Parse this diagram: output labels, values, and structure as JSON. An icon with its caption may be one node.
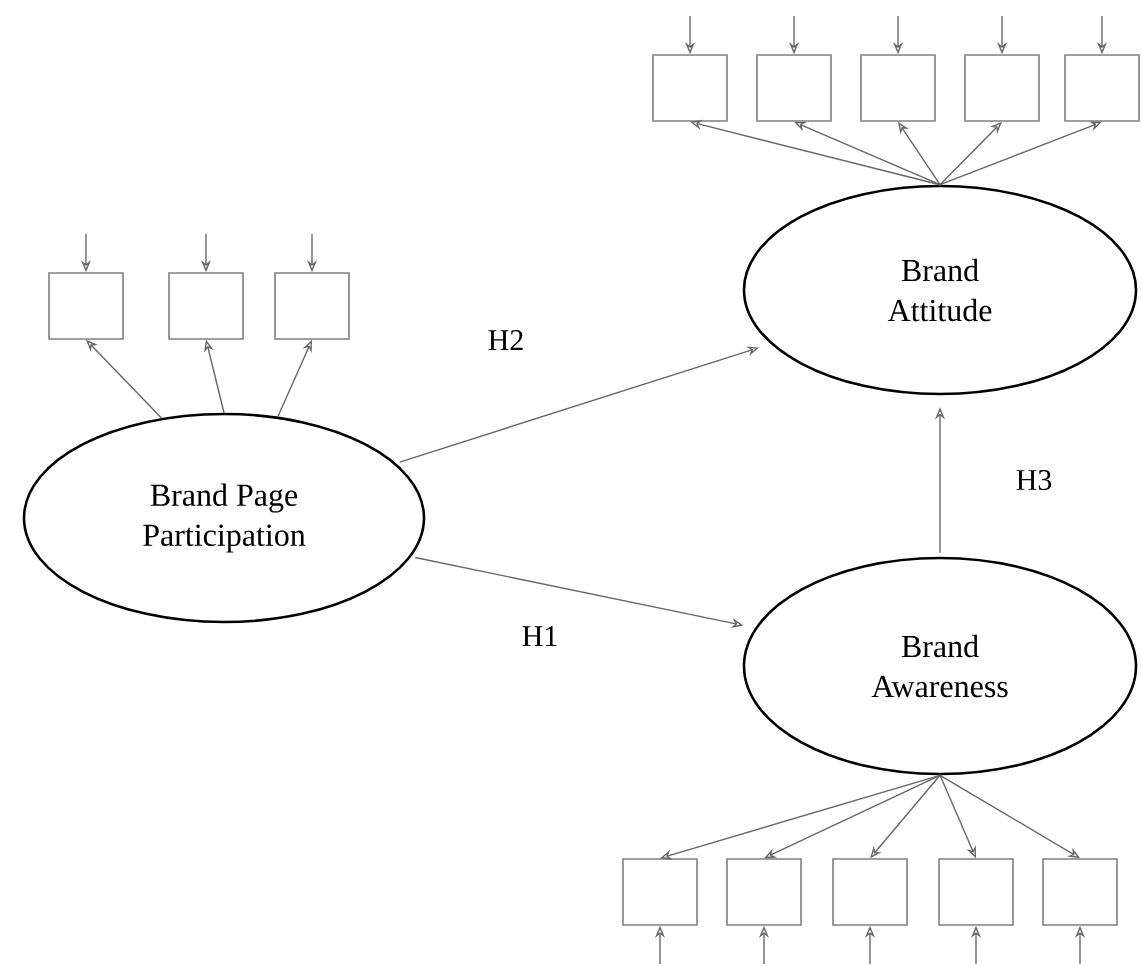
{
  "diagram": {
    "nodes": [
      {
        "text": [
          "Brand Page Participation"
        ]
      },
      {
        "text": [
          "Brand Attitude"
        ]
      },
      {
        "text": [
          "Brand Awareness"
        ]
      },
      {
        "text": [],
        "shape": "box"
      },
      {
        "text": [],
        "shape": "box"
      },
      {
        "text": [],
        "shape": "box"
      },
      {
        "text": [],
        "shape": "box"
      },
      {
        "text": [],
        "shape": "box"
      },
      {
        "text": [],
        "shape": "box"
      },
      {
        "text": [],
        "shape": "box"
      },
      {
        "text": [],
        "shape": "box"
      },
      {
        "text": [],
        "shape": "box"
      },
      {
        "text": [],
        "shape": "box"
      },
      {
        "text": [],
        "shape": "box"
      },
      {
        "text": [],
        "shape": "box"
      },
      {
        "text": [],
        "shape": "box"
      }
    ],
    "edges": [
      {
        "from": 0,
        "to": 1,
        "label": "H2",
        "arrow": "to"
      },
      {
        "from": 0,
        "to": 2,
        "label": "H1",
        "arrow": "to"
      },
      {
        "from": 2,
        "to": 1,
        "label": "H3",
        "arrow": "to"
      },
      {
        "from": 0,
        "to": 3,
        "arrow": "to"
      },
      {
        "from": 0,
        "to": 4,
        "arrow": "to"
      },
      {
        "from": 0,
        "to": 5,
        "arrow": "to"
      },
      {
        "from": 1,
        "to": 6,
        "arrow": "to"
      },
      {
        "from": 1,
        "to": 7,
        "arrow": "to"
      },
      {
        "from": 1,
        "to": 8,
        "arrow": "to"
      },
      {
        "from": 1,
        "to": 9,
        "arrow": "to"
      },
      {
        "from": 1,
        "to": 10,
        "arrow": "to"
      },
      {
        "from": 2,
        "to": 11,
        "arrow": "to"
      },
      {
        "from": 2,
        "to": 12,
        "arrow": "to"
      },
      {
        "from": 2,
        "to": 13,
        "arrow": "to"
      },
      {
        "from": 2,
        "to": 14,
        "arrow": "to"
      },
      {
        "from": 2,
        "to": 15,
        "arrow": "to"
      },
      {
        "from": null,
        "to": 3,
        "arrow": "to"
      },
      {
        "from": null,
        "to": 4,
        "arrow": "to"
      },
      {
        "from": null,
        "to": 5,
        "arrow": "to"
      },
      {
        "from": null,
        "to": 6,
        "arrow": "to"
      },
      {
        "from": null,
        "to": 7,
        "arrow": "to"
      },
      {
        "from": null,
        "to": 8,
        "arrow": "to"
      },
      {
        "from": null,
        "to": 9,
        "arrow": "to"
      },
      {
        "from": null,
        "to": 10,
        "arrow": "to"
      },
      {
        "from": null,
        "to": 11,
        "arrow": "to"
      },
      {
        "from": null,
        "to": 12,
        "arrow": "to"
      },
      {
        "from": null,
        "to": 13,
        "arrow": "to"
      },
      {
        "from": null,
        "to": 14,
        "arrow": "to"
      },
      {
        "from": null,
        "to": 15,
        "arrow": "to"
      }
    ]
  }
}
